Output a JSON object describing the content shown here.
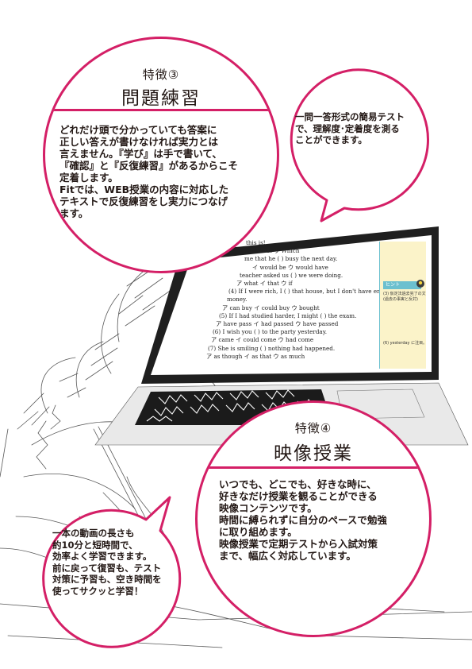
{
  "colors": {
    "accent": "#d41f66",
    "hint_panel": "#fbf3c9",
    "hint_rule": "#6cc0cf",
    "laptop_body": "#1f1f1f",
    "text": "#231815"
  },
  "feature3": {
    "label": "特徴③",
    "title": "問題練習",
    "lines": [
      "どれだけ頭で分かっていても答案に",
      "正しい答えが書けなければ実力とは",
      "言えません。『学び』は手で書いて、",
      "『確認』と『反復練習』があるからこそ",
      "定着します。",
      "Fitでは、WEB授業の内容に対応した",
      "テキストで反復練習をし実力につなげ",
      "ます。"
    ]
  },
  "bubble_test": {
    "lines": [
      "一問一答形式の簡易テスト",
      "で、理解度･定着度を測る",
      "ことができます。"
    ]
  },
  "feature4": {
    "label": "特徴④",
    "title": "映像授業",
    "lines": [
      "いつでも、どこでも、好きな時に、",
      "好きなだけ授業を観ることができる",
      "映像コンテンツです。",
      "時間に縛られずに自分のペースで勉強",
      "に取り組めます。",
      "映像授業で定期テストから入試対策",
      "まで、幅広く対応しています。"
    ]
  },
  "bubble_video": {
    "lines": [
      "一本の動画の長さも",
      "約10分と短時間で、",
      "効率よく学習できます。",
      "前に戻って復習も、テスト",
      "対策に予習も、空き時間を",
      "使ってサクッと学習！"
    ]
  },
  "screen": {
    "lines": [
      "this is!",
      "ア  What          ウ  Which",
      "me that he (    ) busy the next day.",
      "イ  would be       ウ  would have",
      "teacher asked us (    ) we were doing.",
      "ア  what       イ  that        ウ  if",
      "(4)  If I were rich, I (    ) that house, but I don't have enough",
      "      money.",
      "      ア  can buy       イ  could buy       ウ  bought",
      "(5)  If I had studied harder, I might (     ) the exam.",
      "      ア  have pass    イ  had passed     ウ  have passed",
      "(6)  I wish you (    ) to the party yesterday.",
      "      ア  came          イ  could come      ウ  had come",
      "(7)  She is smiling (    ) nothing had happened.",
      "      ア  as though     イ  as that          ウ  as much"
    ],
    "hint_label": "ヒント",
    "hint_line1": "(3) 仮定法過去完了の文",
    "hint_line2": "(過去の事実と反対)",
    "hint_line3": "(6) yesterday に注目。"
  }
}
